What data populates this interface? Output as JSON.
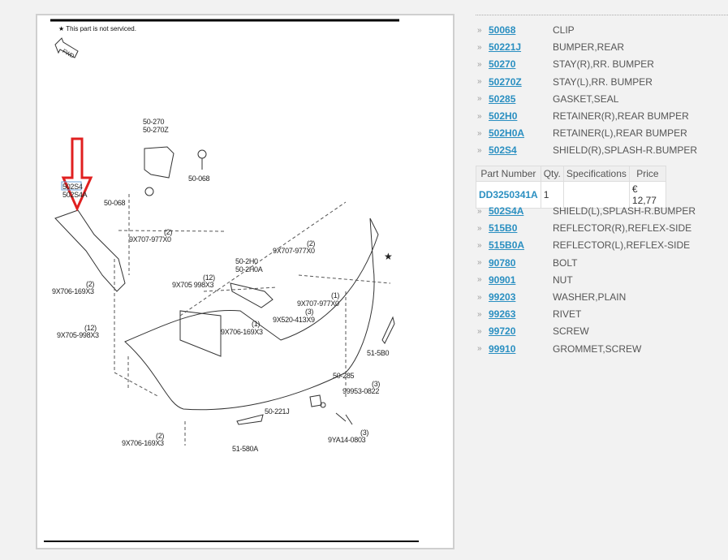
{
  "diagram": {
    "note": "★ This part is not serviced.",
    "fwd": "FWD",
    "labels": [
      "50-270",
      "50-270Z",
      "50-068",
      "50-068",
      "502S4",
      "502S4A",
      "(2)",
      "9X707-977X0",
      "9X706-169X3",
      "(2)",
      "(12)",
      "9X705-998X3",
      "50-2H0",
      "50-2H0A",
      "(12)",
      "9X705 998X3",
      "(1)",
      "9X707-977X0",
      "(1)",
      "9X706-169X3",
      "(3)",
      "9X520-413X9",
      "(2)",
      "9X707-977X0",
      "51-5B0",
      "50-285",
      "(3)",
      "99953-0822",
      "50-221J",
      "51-580A",
      "(2)",
      "9X706-169X3",
      "(3)",
      "9YA14-0803",
      "★"
    ],
    "highlight_color": "#e02020"
  },
  "parts_top": [
    {
      "code": "50068",
      "desc": "CLIP"
    },
    {
      "code": "50221J",
      "desc": "BUMPER,REAR"
    },
    {
      "code": "50270",
      "desc": "STAY(R),RR. BUMPER"
    },
    {
      "code": "50270Z",
      "desc": "STAY(L),RR. BUMPER"
    },
    {
      "code": "50285",
      "desc": "GASKET,SEAL"
    },
    {
      "code": "502H0",
      "desc": "RETAINER(R),REAR BUMPER"
    },
    {
      "code": "502H0A",
      "desc": "RETAINER(L),REAR BUMPER"
    },
    {
      "code": "502S4",
      "desc": "SHIELD(R),SPLASH-R.BUMPER"
    }
  ],
  "table": {
    "headers": [
      "Part Number",
      "Qty.",
      "Specifications",
      "Price"
    ],
    "row": [
      "DD3250341A",
      "1",
      "",
      "€ 12,77"
    ]
  },
  "parts_bottom": [
    {
      "code": "502S4A",
      "desc": "SHIELD(L),SPLASH-R.BUMPER"
    },
    {
      "code": "515B0",
      "desc": "REFLECTOR(R),REFLEX-SIDE"
    },
    {
      "code": "515B0A",
      "desc": "REFLECTOR(L),REFLEX-SIDE"
    },
    {
      "code": "90780",
      "desc": "BOLT"
    },
    {
      "code": "90901",
      "desc": "NUT"
    },
    {
      "code": "99203",
      "desc": "WASHER,PLAIN"
    },
    {
      "code": "99263",
      "desc": "RIVET"
    },
    {
      "code": "99720",
      "desc": "SCREW"
    },
    {
      "code": "99910",
      "desc": "GROMMET,SCREW"
    }
  ],
  "arrow_glyph": "»"
}
